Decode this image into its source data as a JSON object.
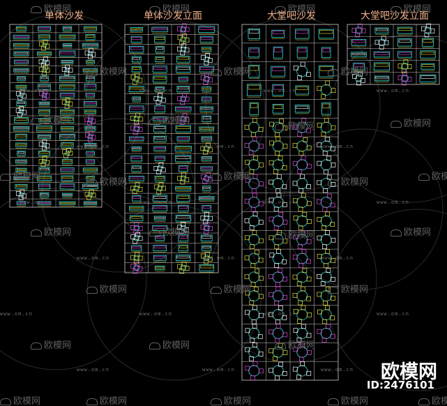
{
  "sections": [
    {
      "title": "单体沙发",
      "rows": 22,
      "cols": 4
    },
    {
      "title": "单体沙发立面",
      "rows": 25,
      "cols": 4
    },
    {
      "title": "大堂吧沙发",
      "rows": 19,
      "cols": 4
    },
    {
      "title": "大堂吧沙发立面",
      "rows": 5,
      "cols": 4
    }
  ],
  "watermark": {
    "logo_text": "欧模网",
    "url_text": "www.om.cn"
  },
  "brand": {
    "logo_text": "欧模网",
    "id_text": "ID:2476101"
  },
  "colors": {
    "background": "#000000",
    "grid": "#cfcfcf",
    "cad_cyan": "#31e0e0",
    "cad_yellow": "#e8e13a",
    "cad_white": "#ffffff",
    "cad_magenta": "#e050e0",
    "title": "#f3b28a",
    "watermark": "#6f6f6f"
  }
}
